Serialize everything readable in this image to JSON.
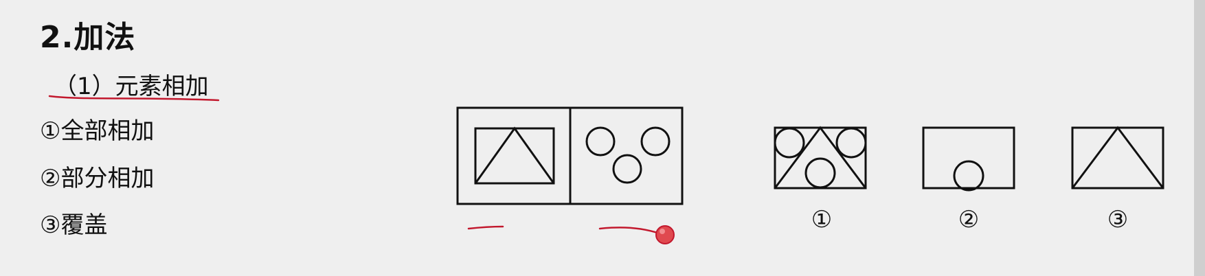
{
  "heading": "2.加法",
  "subheading": "（1）元素相加",
  "items": [
    "①全部相加",
    "②部分相加",
    "③覆盖"
  ],
  "options": [
    "①",
    "②",
    "③"
  ],
  "colors": {
    "background": "#efefef",
    "stroke": "#111111",
    "annotation_red": "#c2182d"
  }
}
